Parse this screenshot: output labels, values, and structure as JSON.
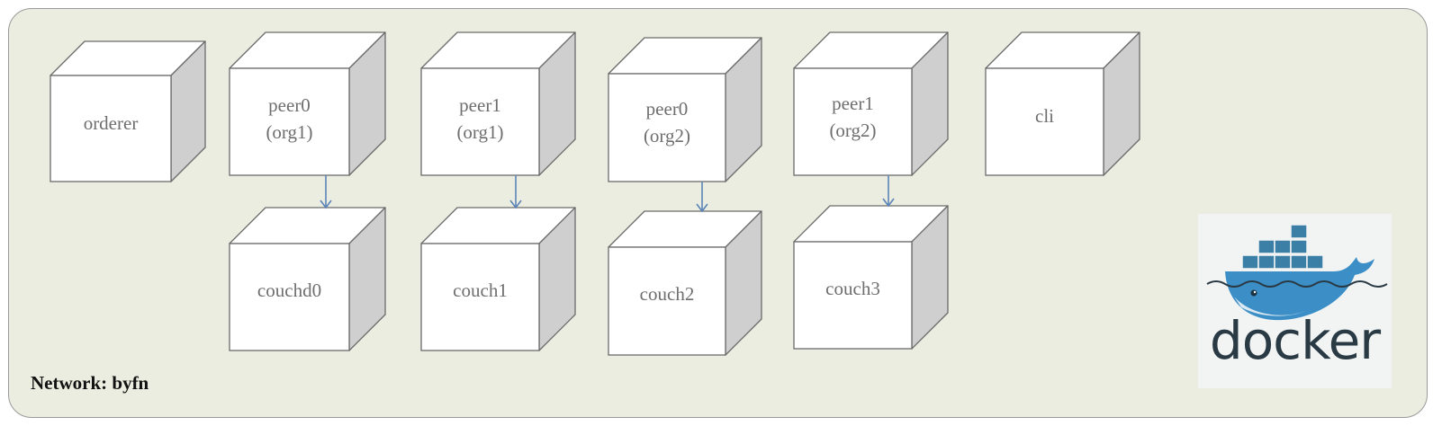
{
  "network": {
    "label": "Network: byfn"
  },
  "containers": {
    "orderer": {
      "lines": [
        "orderer"
      ]
    },
    "peer0_org1": {
      "lines": [
        "peer0",
        "(org1)"
      ]
    },
    "peer1_org1": {
      "lines": [
        "peer1",
        "(org1)"
      ]
    },
    "peer0_org2": {
      "lines": [
        "peer0",
        "(org2)"
      ]
    },
    "peer1_org2": {
      "lines": [
        "peer1",
        "(org2)"
      ]
    },
    "cli": {
      "lines": [
        "cli"
      ]
    },
    "couchdb0": {
      "lines": [
        "couchd0"
      ]
    },
    "couchdb1": {
      "lines": [
        "couch1"
      ]
    },
    "couchdb2": {
      "lines": [
        "couch2"
      ]
    },
    "couchdb3": {
      "lines": [
        "couch3"
      ]
    }
  },
  "links": [
    {
      "from": "peer0_org1",
      "to": "couchdb0"
    },
    {
      "from": "peer1_org1",
      "to": "couchdb1"
    },
    {
      "from": "peer0_org2",
      "to": "couchdb2"
    },
    {
      "from": "peer1_org2",
      "to": "couchdb3"
    }
  ],
  "logo": {
    "text": "docker",
    "icon": "docker-whale-icon"
  },
  "colors": {
    "background": "#eaeddf",
    "box_front": "#ffffff",
    "box_side": "#cfcfcf",
    "box_top": "#ffffff",
    "outline": "#6b6b6b",
    "arrow": "#5b84b9",
    "whale": "#3b8ec6",
    "whale_dark": "#205d84"
  }
}
